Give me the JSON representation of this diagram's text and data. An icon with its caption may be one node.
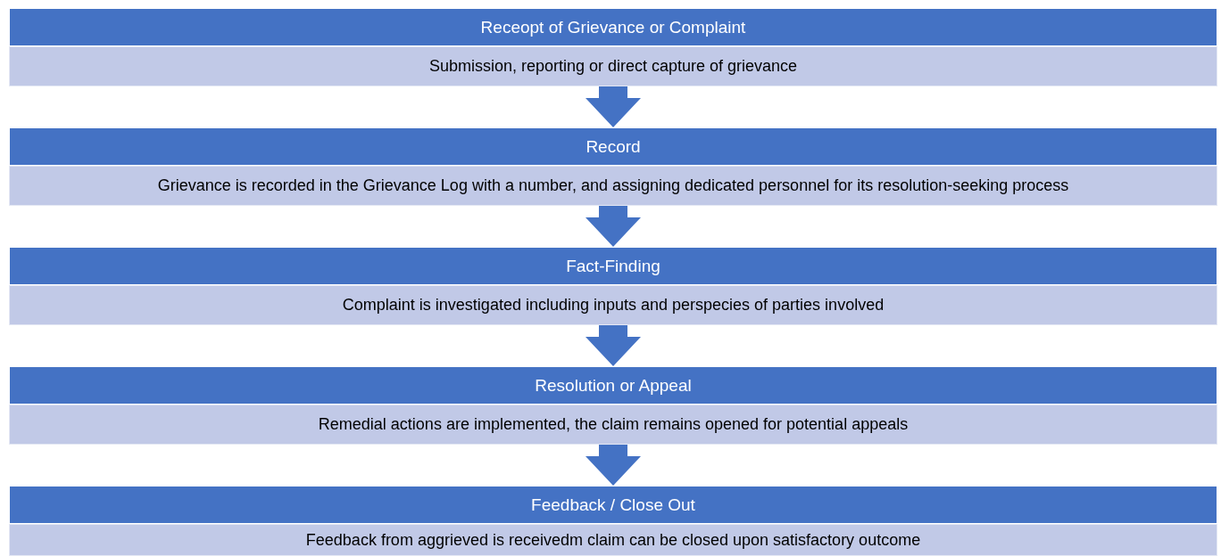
{
  "diagram": {
    "nodes": [
      {
        "text": [
          "Receopt of Grievance or Complaint"
        ]
      },
      {
        "text": [
          "Submission, reporting or direct capture of grievance"
        ]
      },
      {
        "text": [
          "Record"
        ]
      },
      {
        "text": [
          "Grievance is recorded in the Grievance Log with a number, and assigning dedicated personnel for its resolution-seeking process"
        ]
      },
      {
        "text": [
          "Fact-Finding"
        ]
      },
      {
        "text": [
          "Complaint is investigated including inputs and perspecies of parties involved"
        ]
      },
      {
        "text": [
          "Resolution or Appeal"
        ]
      },
      {
        "text": [
          "Remedial actions are implemented, the claim remains opened for potential appeals"
        ]
      },
      {
        "text": [
          "Feedback / Close Out"
        ]
      },
      {
        "text": [
          "Feedback from aggrieved is receivedm claim can be closed upon satisfactory outcome"
        ]
      }
    ],
    "edges": [
      {
        "from": 1,
        "to": 2,
        "arrow": "to"
      },
      {
        "from": 3,
        "to": 4,
        "arrow": "to"
      },
      {
        "from": 5,
        "to": 6,
        "arrow": "to"
      },
      {
        "from": 7,
        "to": 8,
        "arrow": "to"
      }
    ]
  }
}
